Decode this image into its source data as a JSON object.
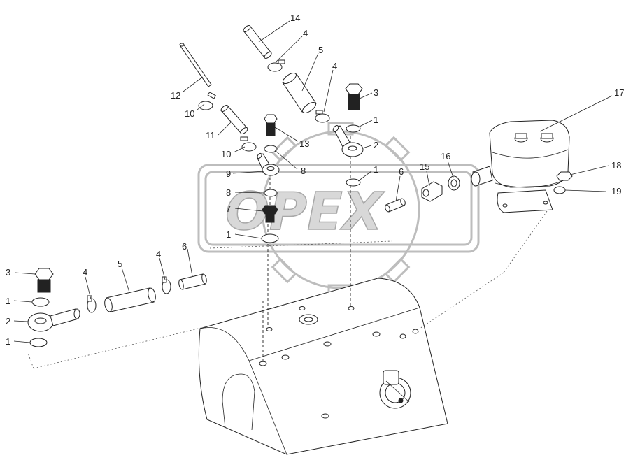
{
  "diagram": {
    "watermark_text": "OPEX",
    "callouts": [
      {
        "id": "c14",
        "label": "14"
      },
      {
        "id": "c4a",
        "label": "4"
      },
      {
        "id": "c5a",
        "label": "5"
      },
      {
        "id": "c4b",
        "label": "4"
      },
      {
        "id": "c12",
        "label": "12"
      },
      {
        "id": "c3a",
        "label": "3"
      },
      {
        "id": "c17",
        "label": "17"
      },
      {
        "id": "c10a",
        "label": "10"
      },
      {
        "id": "c1a",
        "label": "1"
      },
      {
        "id": "c11",
        "label": "11"
      },
      {
        "id": "c13",
        "label": "13"
      },
      {
        "id": "c2a",
        "label": "2"
      },
      {
        "id": "c10b",
        "label": "10"
      },
      {
        "id": "c9",
        "label": "9"
      },
      {
        "id": "c8a",
        "label": "8"
      },
      {
        "id": "c1b",
        "label": "1"
      },
      {
        "id": "c6a",
        "label": "6"
      },
      {
        "id": "c15",
        "label": "15"
      },
      {
        "id": "c16",
        "label": "16"
      },
      {
        "id": "c18",
        "label": "18"
      },
      {
        "id": "c8b",
        "label": "8"
      },
      {
        "id": "c19",
        "label": "19"
      },
      {
        "id": "c7",
        "label": "7"
      },
      {
        "id": "c1c",
        "label": "1"
      },
      {
        "id": "c6b",
        "label": "6"
      },
      {
        "id": "c3b",
        "label": "3"
      },
      {
        "id": "c4c",
        "label": "4"
      },
      {
        "id": "c5b",
        "label": "5"
      },
      {
        "id": "c4d",
        "label": "4"
      },
      {
        "id": "c1d",
        "label": "1"
      },
      {
        "id": "c2b",
        "label": "2"
      },
      {
        "id": "c1e",
        "label": "1"
      }
    ]
  }
}
